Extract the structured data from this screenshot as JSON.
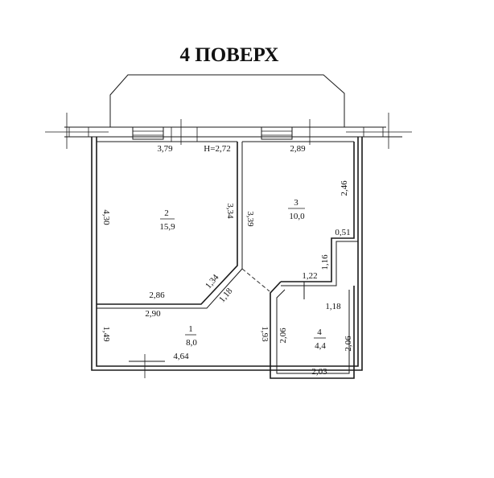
{
  "plan": {
    "title": "4 ПОВЕРХ",
    "ceiling_height": "H=2,72",
    "rooms": [
      {
        "number": "2",
        "area": "15,9"
      },
      {
        "number": "3",
        "area": "10,0"
      },
      {
        "number": "1",
        "area": "8,0"
      },
      {
        "number": "4",
        "area": "4,4"
      }
    ],
    "dimensions": {
      "r2_top": "3,79",
      "r2_left": "4,30",
      "r2_right": "3,34",
      "r2_bottom": "2,86",
      "r2_diag": "1,34",
      "r3_top": "2,89",
      "r3_left": "3,39",
      "r3_right_upper": "2,46",
      "r3_notch_w": "0,51",
      "r3_notch_h": "1,16",
      "r3_bottom": "1,22",
      "diag_lower": "1,18",
      "r1_top": "2,90",
      "r1_left": "1,49",
      "r1_right": "1,93",
      "r1_bottom": "4,64",
      "r4_top": "1,18",
      "r4_left": "2,06",
      "r4_right": "2,06",
      "r4_bottom": "2,03"
    }
  }
}
